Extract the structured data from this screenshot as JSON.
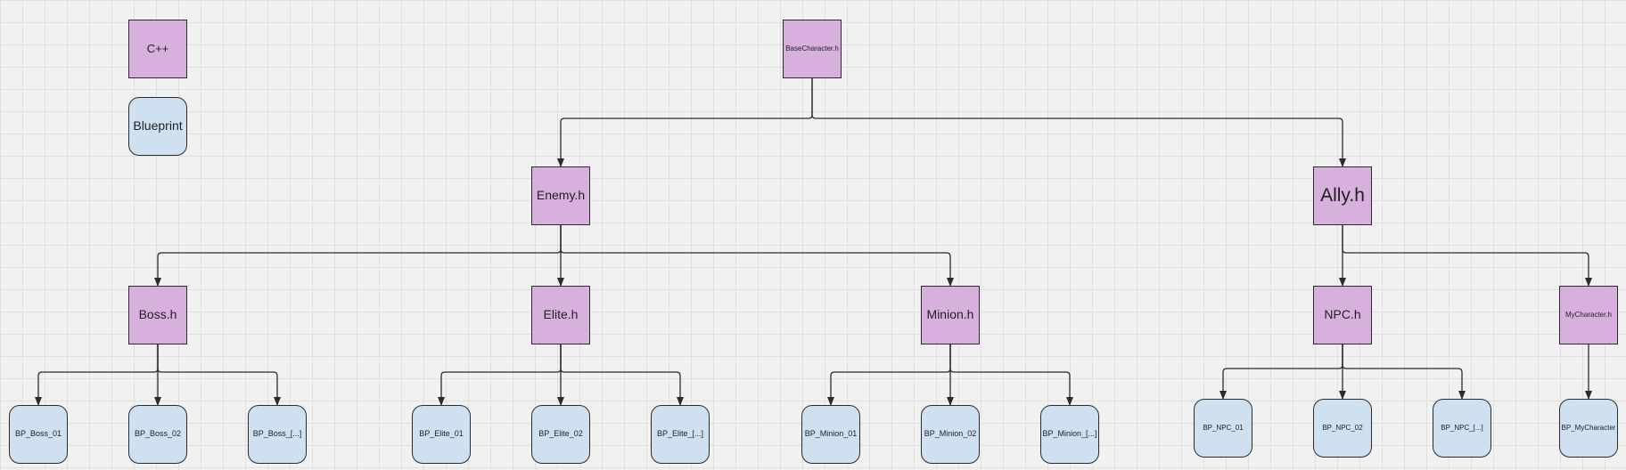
{
  "legend": {
    "cpp_label": "C++",
    "blueprint_label": "Blueprint"
  },
  "nodes": {
    "base": "BaseCharacter.h",
    "enemy": "Enemy.h",
    "ally": "Ally.h",
    "boss": "Boss.h",
    "elite": "Elite.h",
    "minion": "Minion.h",
    "npc": "NPC.h",
    "mychar": "MyCharacter.h",
    "bp_boss_01": "BP_Boss_01",
    "bp_boss_02": "BP_Boss_02",
    "bp_boss_more": "BP_Boss_[...]",
    "bp_elite_01": "BP_Elite_01",
    "bp_elite_02": "BP_Elite_02",
    "bp_elite_more": "BP_Elite_[...]",
    "bp_minion_01": "BP_Minion_01",
    "bp_minion_02": "BP_Minion_02",
    "bp_minion_more": "BP_Minion_[...]",
    "bp_npc_01": "BP_NPC_01",
    "bp_npc_02": "BP_NPC_02",
    "bp_npc_more": "BP_NPC_[...]",
    "bp_mychar": "BP_MyCharacter"
  },
  "colors": {
    "cpp_fill": "#d7b0de",
    "blueprint_fill": "#cfe0f0",
    "stroke": "#2b2b2b"
  },
  "edges": [
    [
      "base",
      "enemy"
    ],
    [
      "base",
      "ally"
    ],
    [
      "enemy",
      "boss"
    ],
    [
      "enemy",
      "elite"
    ],
    [
      "enemy",
      "minion"
    ],
    [
      "ally",
      "npc"
    ],
    [
      "ally",
      "mychar"
    ],
    [
      "boss",
      "bp_boss_01"
    ],
    [
      "boss",
      "bp_boss_02"
    ],
    [
      "boss",
      "bp_boss_more"
    ],
    [
      "elite",
      "bp_elite_01"
    ],
    [
      "elite",
      "bp_elite_02"
    ],
    [
      "elite",
      "bp_elite_more"
    ],
    [
      "minion",
      "bp_minion_01"
    ],
    [
      "minion",
      "bp_minion_02"
    ],
    [
      "minion",
      "bp_minion_more"
    ],
    [
      "npc",
      "bp_npc_01"
    ],
    [
      "npc",
      "bp_npc_02"
    ],
    [
      "npc",
      "bp_npc_more"
    ],
    [
      "mychar",
      "bp_mychar"
    ]
  ]
}
